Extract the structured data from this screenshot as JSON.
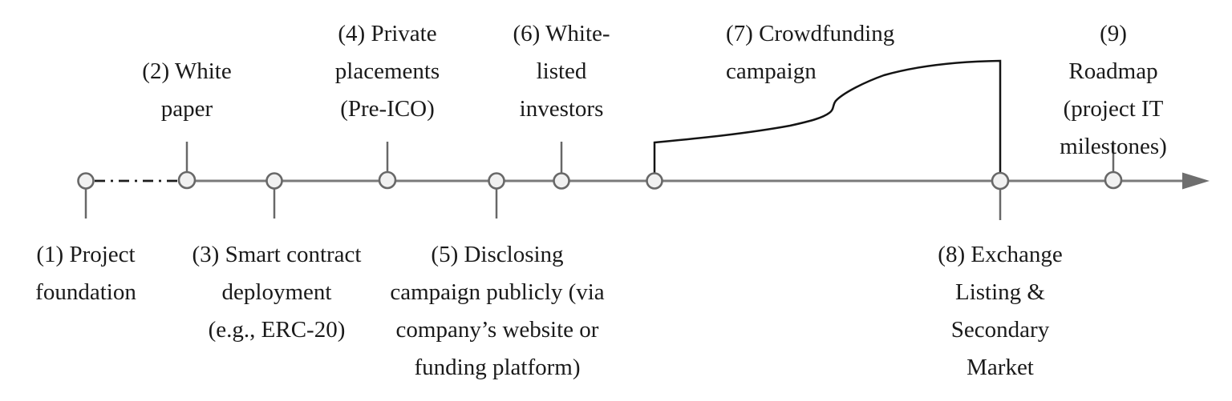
{
  "diagram": {
    "type": "horizontal-timeline",
    "subject": "ICO process stages",
    "colors": {
      "axis": "#7a7a7a",
      "node_fill": "#f1f1f1",
      "node_stroke": "#686868",
      "dashdot_segment": "#1c1c1c",
      "growth_curve": "#141414",
      "text": "#1a1a1a",
      "shadow": "rgba(100,100,100,0.30)"
    }
  },
  "stages": [
    {
      "num": "1",
      "side": "bottom",
      "label": "(1) Project\nfoundation"
    },
    {
      "num": "2",
      "side": "top",
      "label": "(2) White\npaper"
    },
    {
      "num": "3",
      "side": "bottom",
      "label": "(3) Smart contract\ndeployment\n(e.g., ERC-20)"
    },
    {
      "num": "4",
      "side": "top",
      "label": "(4) Private\nplacements\n(Pre-ICO)"
    },
    {
      "num": "5",
      "side": "bottom",
      "label": "(5) Disclosing\ncampaign publicly (via\ncompany’s website or\nfunding platform)"
    },
    {
      "num": "6",
      "side": "top",
      "label": "(6) White-\nlisted\ninvestors"
    },
    {
      "num": "7",
      "side": "top",
      "label": "(7) Crowdfunding\ncampaign"
    },
    {
      "num": "8",
      "side": "bottom",
      "label": "(8) Exchange\nListing &\nSecondary\nMarket"
    },
    {
      "num": "9",
      "side": "top",
      "label": "(9) Roadmap\n(project IT\nmilestones)"
    }
  ]
}
